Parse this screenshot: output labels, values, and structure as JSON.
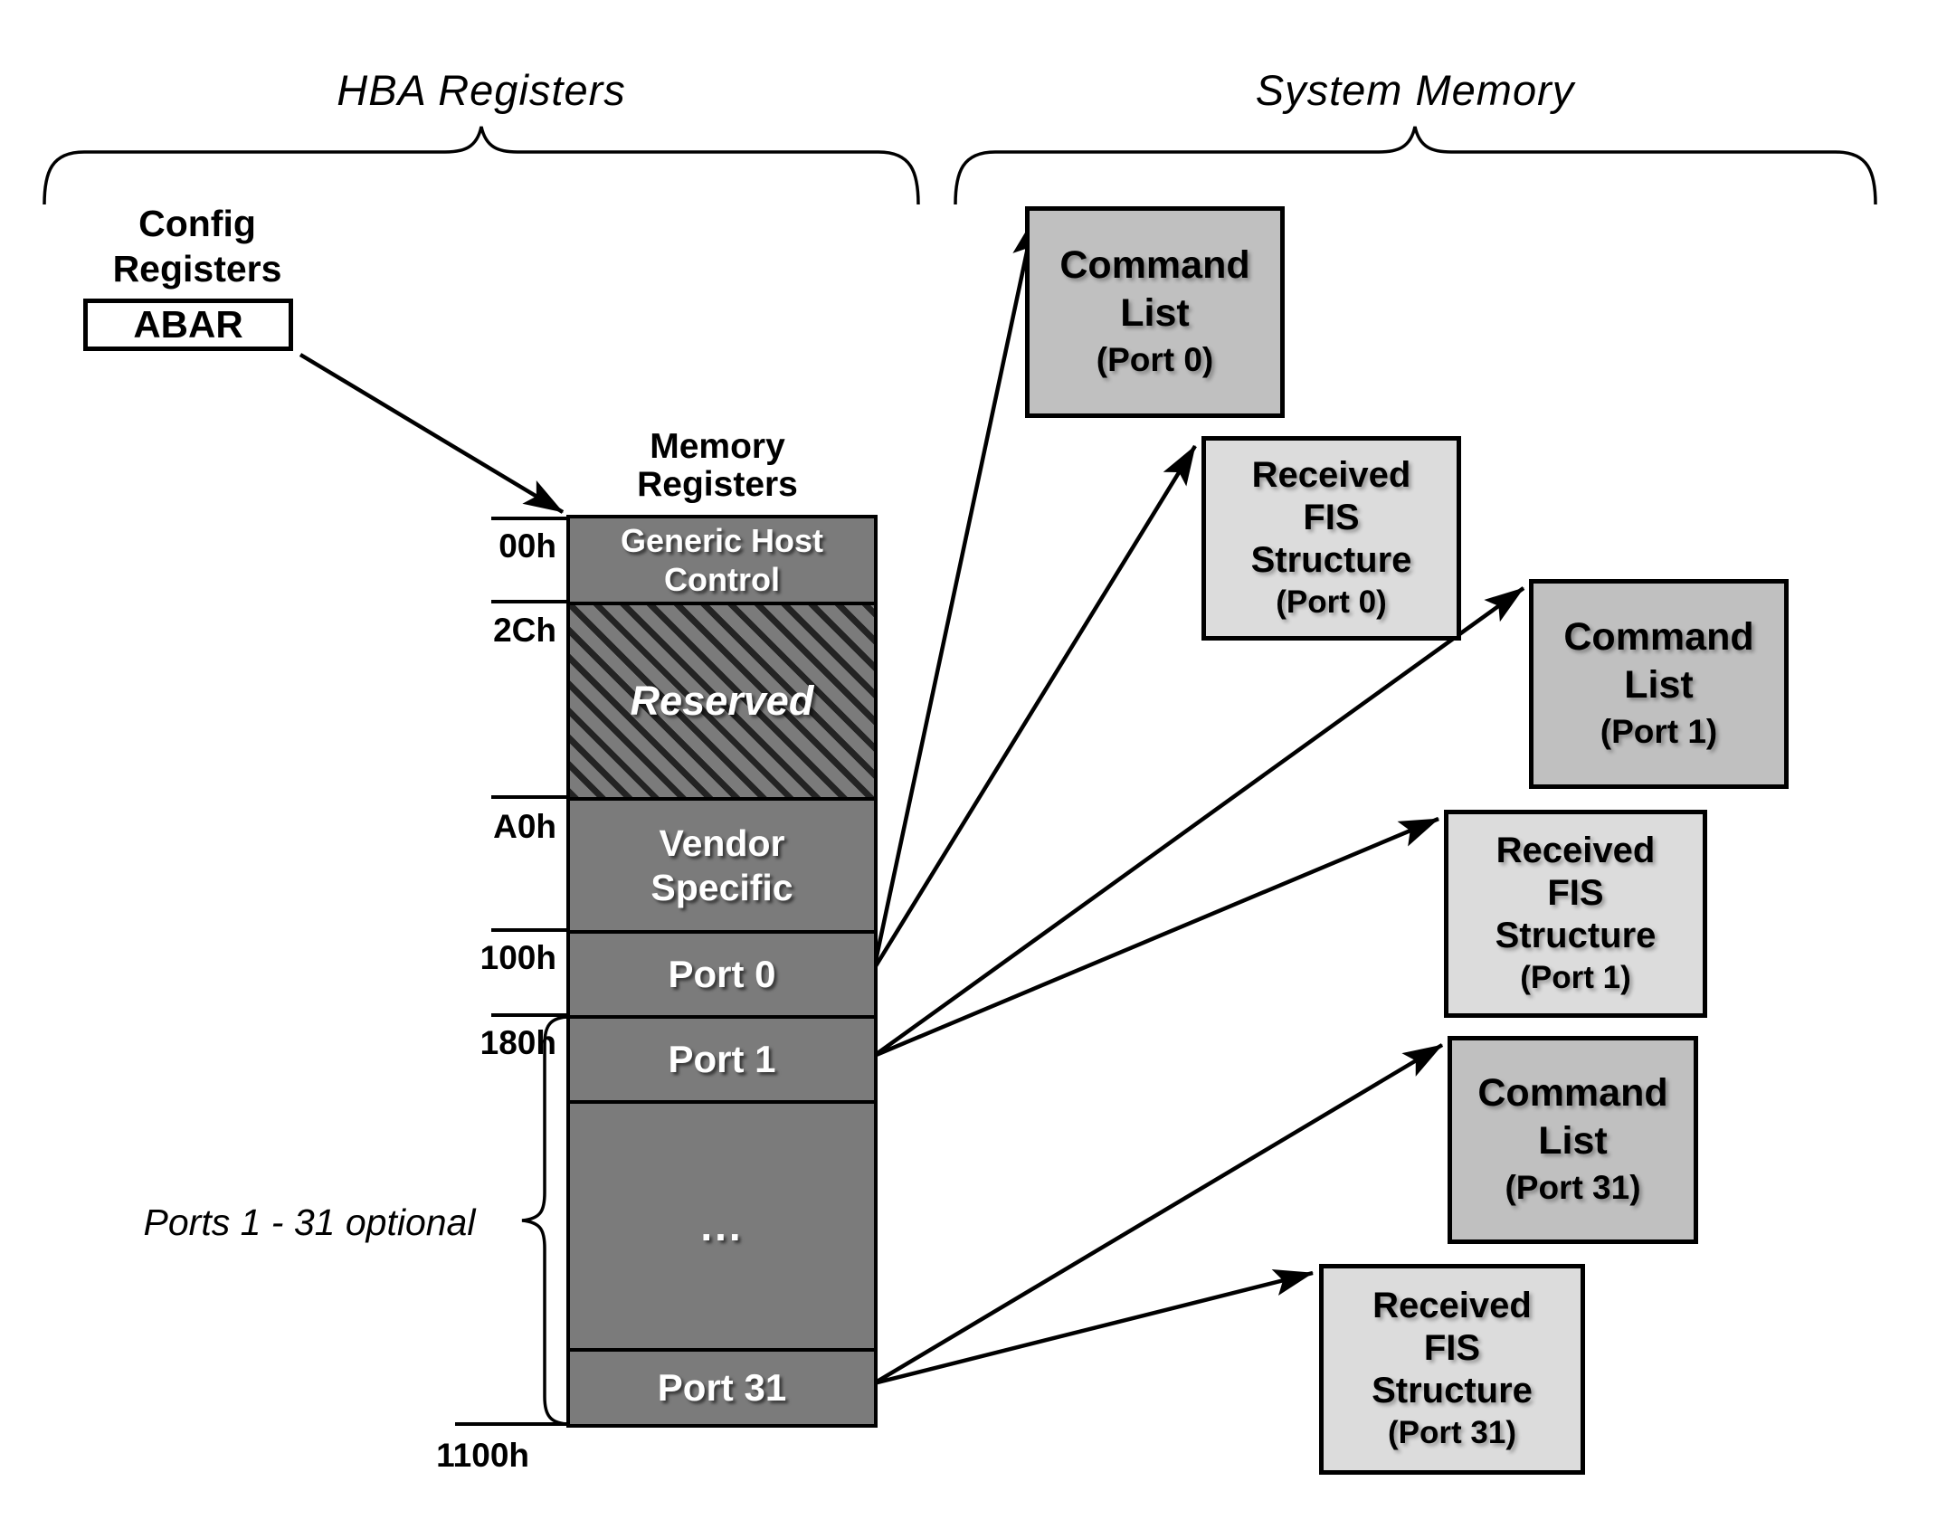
{
  "titles": {
    "hba": "HBA Registers",
    "system_memory": "System Memory"
  },
  "config": {
    "line1": "Config",
    "line2": "Registers",
    "abar_label": "ABAR"
  },
  "memory_registers_heading": {
    "line1": "Memory",
    "line2": "Registers"
  },
  "column": {
    "sections": [
      {
        "id": "generic-host-control",
        "lines": [
          "Generic Host",
          "Control"
        ]
      },
      {
        "id": "reserved",
        "lines": [
          "Reserved"
        ]
      },
      {
        "id": "vendor-specific",
        "lines": [
          "Vendor",
          "Specific"
        ]
      },
      {
        "id": "port-0",
        "lines": [
          "Port 0"
        ]
      },
      {
        "id": "port-1",
        "lines": [
          "Port 1"
        ]
      },
      {
        "id": "ellipsis",
        "lines": [
          "..."
        ]
      },
      {
        "id": "port-31",
        "lines": [
          "Port 31"
        ]
      }
    ],
    "address_labels": [
      "00h",
      "2Ch",
      "A0h",
      "100h",
      "180h",
      "1100h"
    ]
  },
  "ports_optional_note": "Ports 1 - 31 optional",
  "memory_boxes": [
    {
      "id": "command-list-port-0",
      "kind": "command-list",
      "lines": [
        "Command",
        "List"
      ],
      "port": "(Port 0)"
    },
    {
      "id": "received-fis-port-0",
      "kind": "received-fis",
      "lines": [
        "Received",
        "FIS",
        "Structure"
      ],
      "port": "(Port 0)"
    },
    {
      "id": "command-list-port-1",
      "kind": "command-list",
      "lines": [
        "Command",
        "List"
      ],
      "port": "(Port 1)"
    },
    {
      "id": "received-fis-port-1",
      "kind": "received-fis",
      "lines": [
        "Received",
        "FIS",
        "Structure"
      ],
      "port": "(Port 1)"
    },
    {
      "id": "command-list-port-31",
      "kind": "command-list",
      "lines": [
        "Command",
        "List"
      ],
      "port": "(Port 31)"
    },
    {
      "id": "received-fis-port-31",
      "kind": "received-fis",
      "lines": [
        "Received",
        "FIS",
        "Structure"
      ],
      "port": "(Port 31)"
    }
  ],
  "colors": {
    "background": "#ffffff",
    "register_section_fill": "#7b7b7b",
    "command_list_fill": "#c0c0c0",
    "received_fis_fill": "#dcdcdc",
    "line": "#000000",
    "section_text": "#ffffff",
    "label_text": "#000000"
  }
}
